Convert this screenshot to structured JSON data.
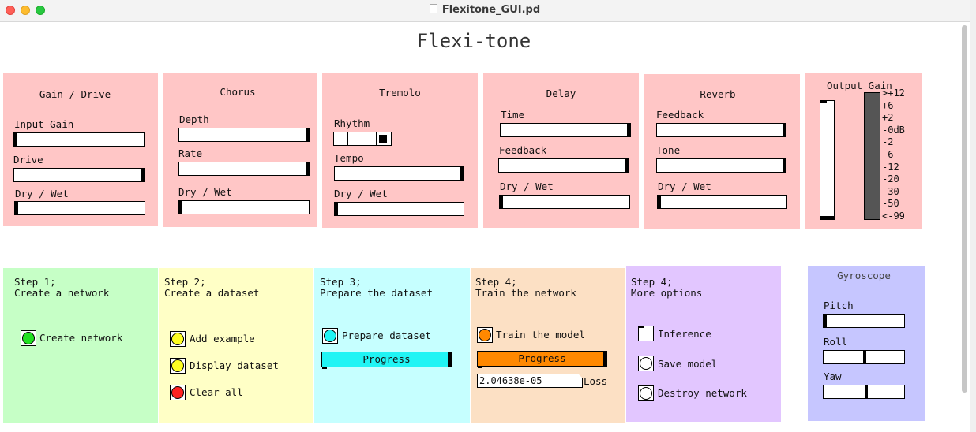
{
  "window": {
    "title": "Flexitone_GUI.pd"
  },
  "app_title": "Flexi-tone",
  "colors": {
    "effects_bg": "#ffc6c6",
    "step1_bg": "#c6ffc6",
    "step2_bg": "#ffffc6",
    "step3_bg": "#c6ffff",
    "step4_bg": "#fce0c4",
    "step5_bg": "#e2c6ff",
    "gyro_bg": "#c6c6ff",
    "cyan": "#20f4f4",
    "orange": "#ff8800",
    "green": "#22e022",
    "yellow": "#ffff22",
    "red": "#ff2222"
  },
  "gain": {
    "title": "Gain / Drive",
    "input_gain": "Input Gain",
    "drive": "Drive",
    "drywet": "Dry / Wet"
  },
  "chorus": {
    "title": "Chorus",
    "depth": "Depth",
    "rate": "Rate",
    "drywet": "Dry / Wet"
  },
  "tremolo": {
    "title": "Tremolo",
    "rhythm": "Rhythm",
    "rhythm_selected": 4,
    "tempo": "Tempo",
    "drywet": "Dry / Wet"
  },
  "delay": {
    "title": "Delay",
    "time": "Time",
    "feedback": "Feedback",
    "drywet": "Dry / Wet"
  },
  "reverb": {
    "title": "Reverb",
    "feedback": "Feedback",
    "tone": "Tone",
    "drywet": "Dry / Wet"
  },
  "output": {
    "title": "Output Gain",
    "vu_labels": [
      ">+12",
      "+6",
      "+2",
      "-0dB",
      "-2",
      "-6",
      "-12",
      "-20",
      "-30",
      "-50",
      "<-99"
    ]
  },
  "step1": {
    "heading1": "Step 1;",
    "heading2": "Create a network",
    "create": "Create network"
  },
  "step2": {
    "heading1": "Step 2;",
    "heading2": "Create a dataset",
    "add": "Add example",
    "display": "Display dataset",
    "clear": "Clear all"
  },
  "step3": {
    "heading1": "Step 3;",
    "heading2": "Prepare the dataset",
    "prepare": "Prepare dataset",
    "progress": "Progress"
  },
  "step4": {
    "heading1": "Step 4;",
    "heading2": "Train the network",
    "train": "Train the model",
    "progress": "Progress",
    "loss_value": "2.04638e-05",
    "loss_label": "Loss"
  },
  "step5": {
    "heading1": "Step 4;",
    "heading2": "More options",
    "inference": "Inference",
    "save": "Save model",
    "destroy": "Destroy network"
  },
  "gyro": {
    "title": "Gyroscope",
    "pitch": "Pitch",
    "roll": "Roll",
    "yaw": "Yaw"
  }
}
